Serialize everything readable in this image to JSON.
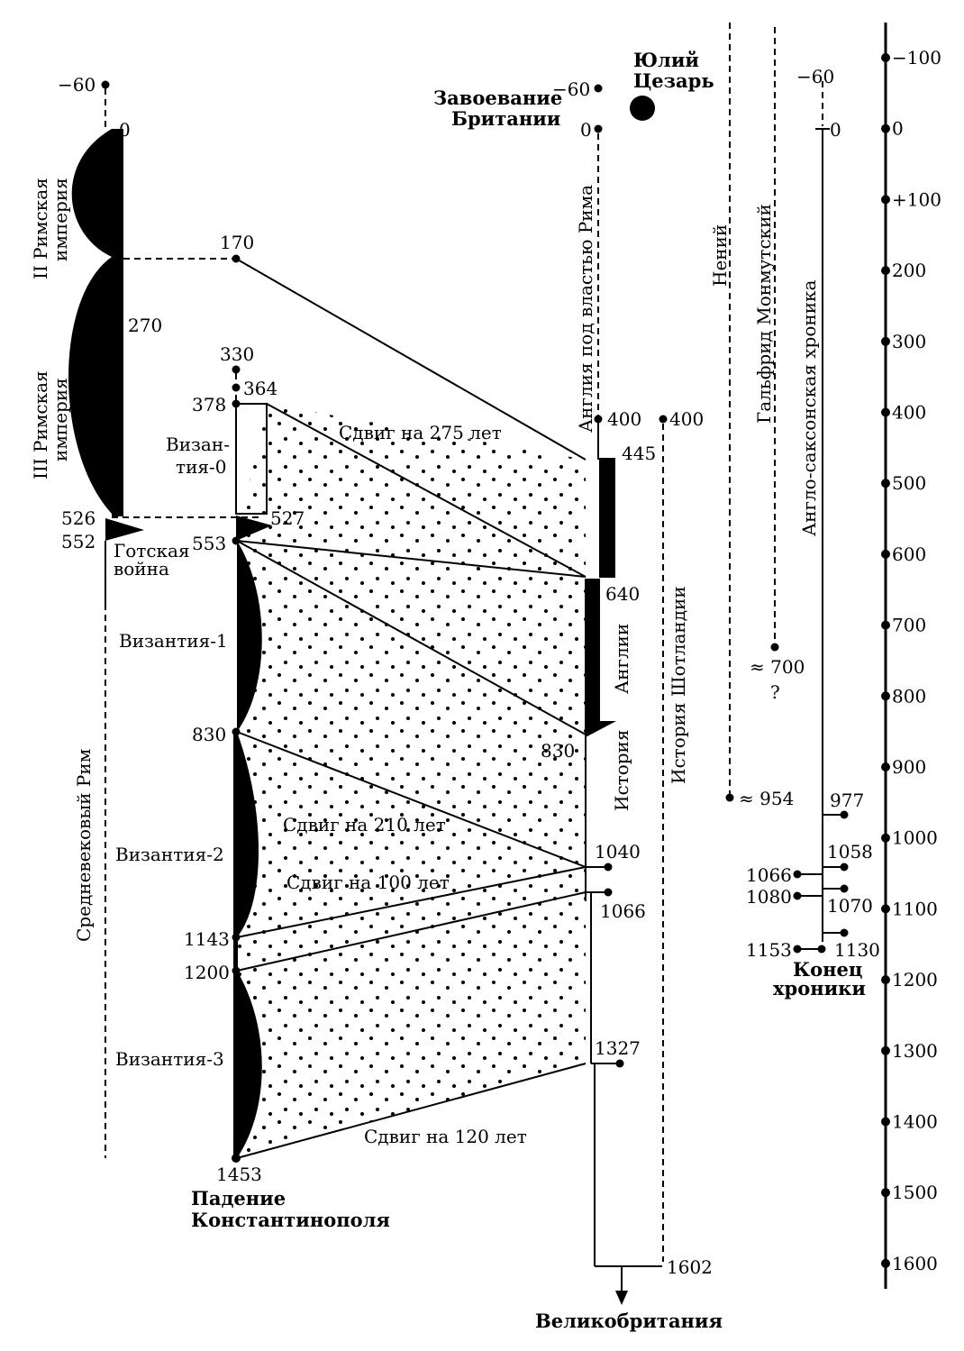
{
  "scale": {
    "labels": [
      "−100",
      "0",
      "+100",
      "200",
      "300",
      "400",
      "500",
      "600",
      "700",
      "800",
      "900",
      "1000",
      "1100",
      "1200",
      "1300",
      "1400",
      "1500",
      "1600"
    ]
  },
  "rome": {
    "m60": "−60",
    "zero": "0",
    "empire2": [
      "II Римская",
      "империя"
    ],
    "y270": "270",
    "empire3": [
      "III Римская",
      "империя"
    ],
    "y526": "526",
    "y552": "552",
    "gothic": [
      "Готская",
      "война"
    ],
    "medieval": "Средневековый Рим"
  },
  "byz": {
    "y170": "170",
    "y330": "330",
    "y364": "364",
    "y378": "378",
    "byz0": [
      "Визан-",
      "тия-0"
    ],
    "y527": "527",
    "y553": "553",
    "byz1": "Византия-1",
    "y830": "830",
    "byz2": "Византия-2",
    "y1143": "1143",
    "y1200": "1200",
    "byz3": "Византия-3",
    "y1453": "1453",
    "fall": [
      "Падение",
      "Константинополя"
    ]
  },
  "shifts": {
    "s275": "Сдвиг на 275 лет",
    "s210": "Сдвиг на 210 лет",
    "s100": "Сдвиг на 100 лет",
    "s120": "Сдвиг на 120 лет"
  },
  "england": {
    "caesar": [
      "Юлий",
      "Цезарь"
    ],
    "conquest": [
      "Завоевание",
      "Британии"
    ],
    "m60": "−60",
    "zero": "0",
    "roman": "Англия под властью Рима",
    "y400": "400",
    "y445": "445",
    "y640": "640",
    "y830": "830",
    "history": [
      "История",
      "Англии"
    ],
    "y1040": "1040",
    "y1066": "1066",
    "y1327": "1327",
    "y1602": "1602",
    "britain": "Великобритания"
  },
  "scotland": {
    "y400": "400",
    "label": "История Шотландии"
  },
  "sources": {
    "nennius": "Нений",
    "nennius_date": "≈ 954",
    "geoffrey": "Гальфрид Монмутский",
    "geoffrey_date": "≈ 700",
    "geoffrey_q": "?",
    "chronicle": "Англо-саксонская хроника",
    "c_m60": "−60",
    "c_zero": "0",
    "c977": "977",
    "c1058": "1058",
    "c1066": "1066",
    "c1080": "1080",
    "c1070": "1070",
    "c1153": "1153",
    "c1130": "1130",
    "end": [
      "Конец",
      "хроники"
    ]
  }
}
